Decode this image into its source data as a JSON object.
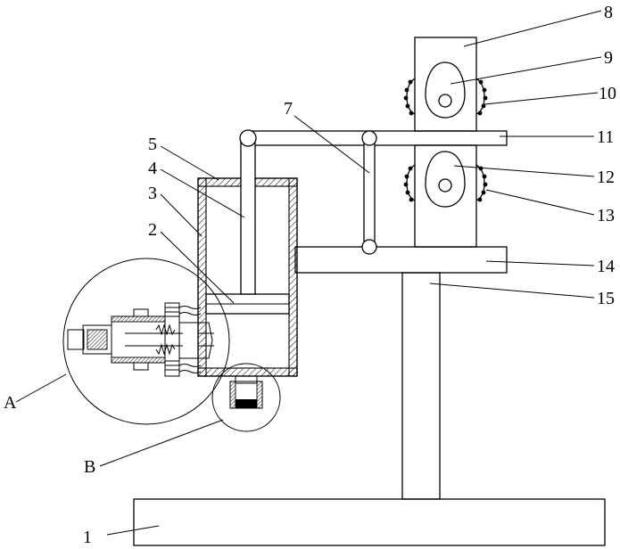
{
  "labels": {
    "l1": "1",
    "l2": "2",
    "l3": "3",
    "l4": "4",
    "l5": "5",
    "l7": "7",
    "l8": "8",
    "l9": "9",
    "l10": "10",
    "l11": "11",
    "l12": "12",
    "l13": "13",
    "l14": "14",
    "l15": "15",
    "lA": "A",
    "lB": "B"
  }
}
